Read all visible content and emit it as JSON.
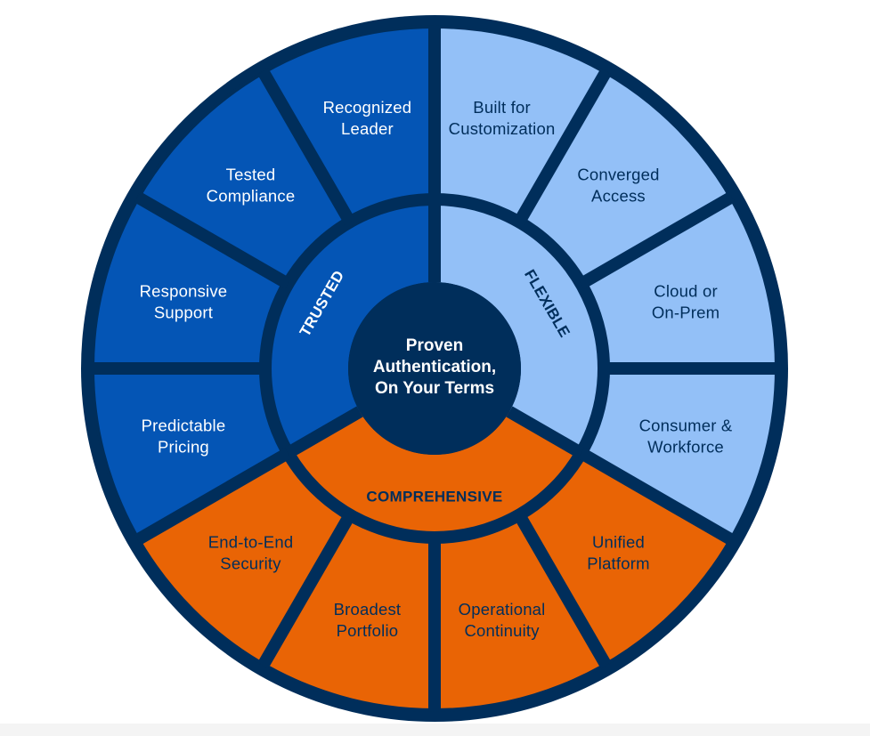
{
  "diagram": {
    "title": "Proven Authentication, On Your Terms",
    "center": {
      "lines": [
        "Proven",
        "Authentication,",
        "On Your Terms"
      ]
    },
    "colors": {
      "outline": "#002e5b",
      "trusted": "#0455b5",
      "flexible": "#93c0f7",
      "comprehensive": "#e96405",
      "text_light": "#ffffff",
      "text_dark": "#002e5b"
    },
    "pillars": [
      {
        "id": "trusted",
        "label": "TRUSTED",
        "color_key": "trusted",
        "text_key": "text_light",
        "segments": [
          {
            "lines": [
              "Recognized",
              "Leader"
            ]
          },
          {
            "lines": [
              "Tested",
              "Compliance"
            ]
          },
          {
            "lines": [
              "Responsive",
              "Support"
            ]
          },
          {
            "lines": [
              "Predictable",
              "Pricing"
            ]
          }
        ]
      },
      {
        "id": "flexible",
        "label": "FLEXIBLE",
        "color_key": "flexible",
        "text_key": "text_dark",
        "segments": [
          {
            "lines": [
              "Built for",
              "Customization"
            ]
          },
          {
            "lines": [
              "Converged",
              "Access"
            ]
          },
          {
            "lines": [
              "Cloud or",
              "On-Prem"
            ]
          },
          {
            "lines": [
              "Consumer &",
              "Workforce"
            ]
          }
        ]
      },
      {
        "id": "comprehensive",
        "label": "COMPREHENSIVE",
        "color_key": "comprehensive",
        "text_key": "text_dark",
        "segments": [
          {
            "lines": [
              "Unified",
              "Platform"
            ]
          },
          {
            "lines": [
              "Operational",
              "Continuity"
            ]
          },
          {
            "lines": [
              "Broadest",
              "Portfolio"
            ]
          },
          {
            "lines": [
              "End-to-End",
              "Security"
            ]
          }
        ]
      }
    ]
  }
}
